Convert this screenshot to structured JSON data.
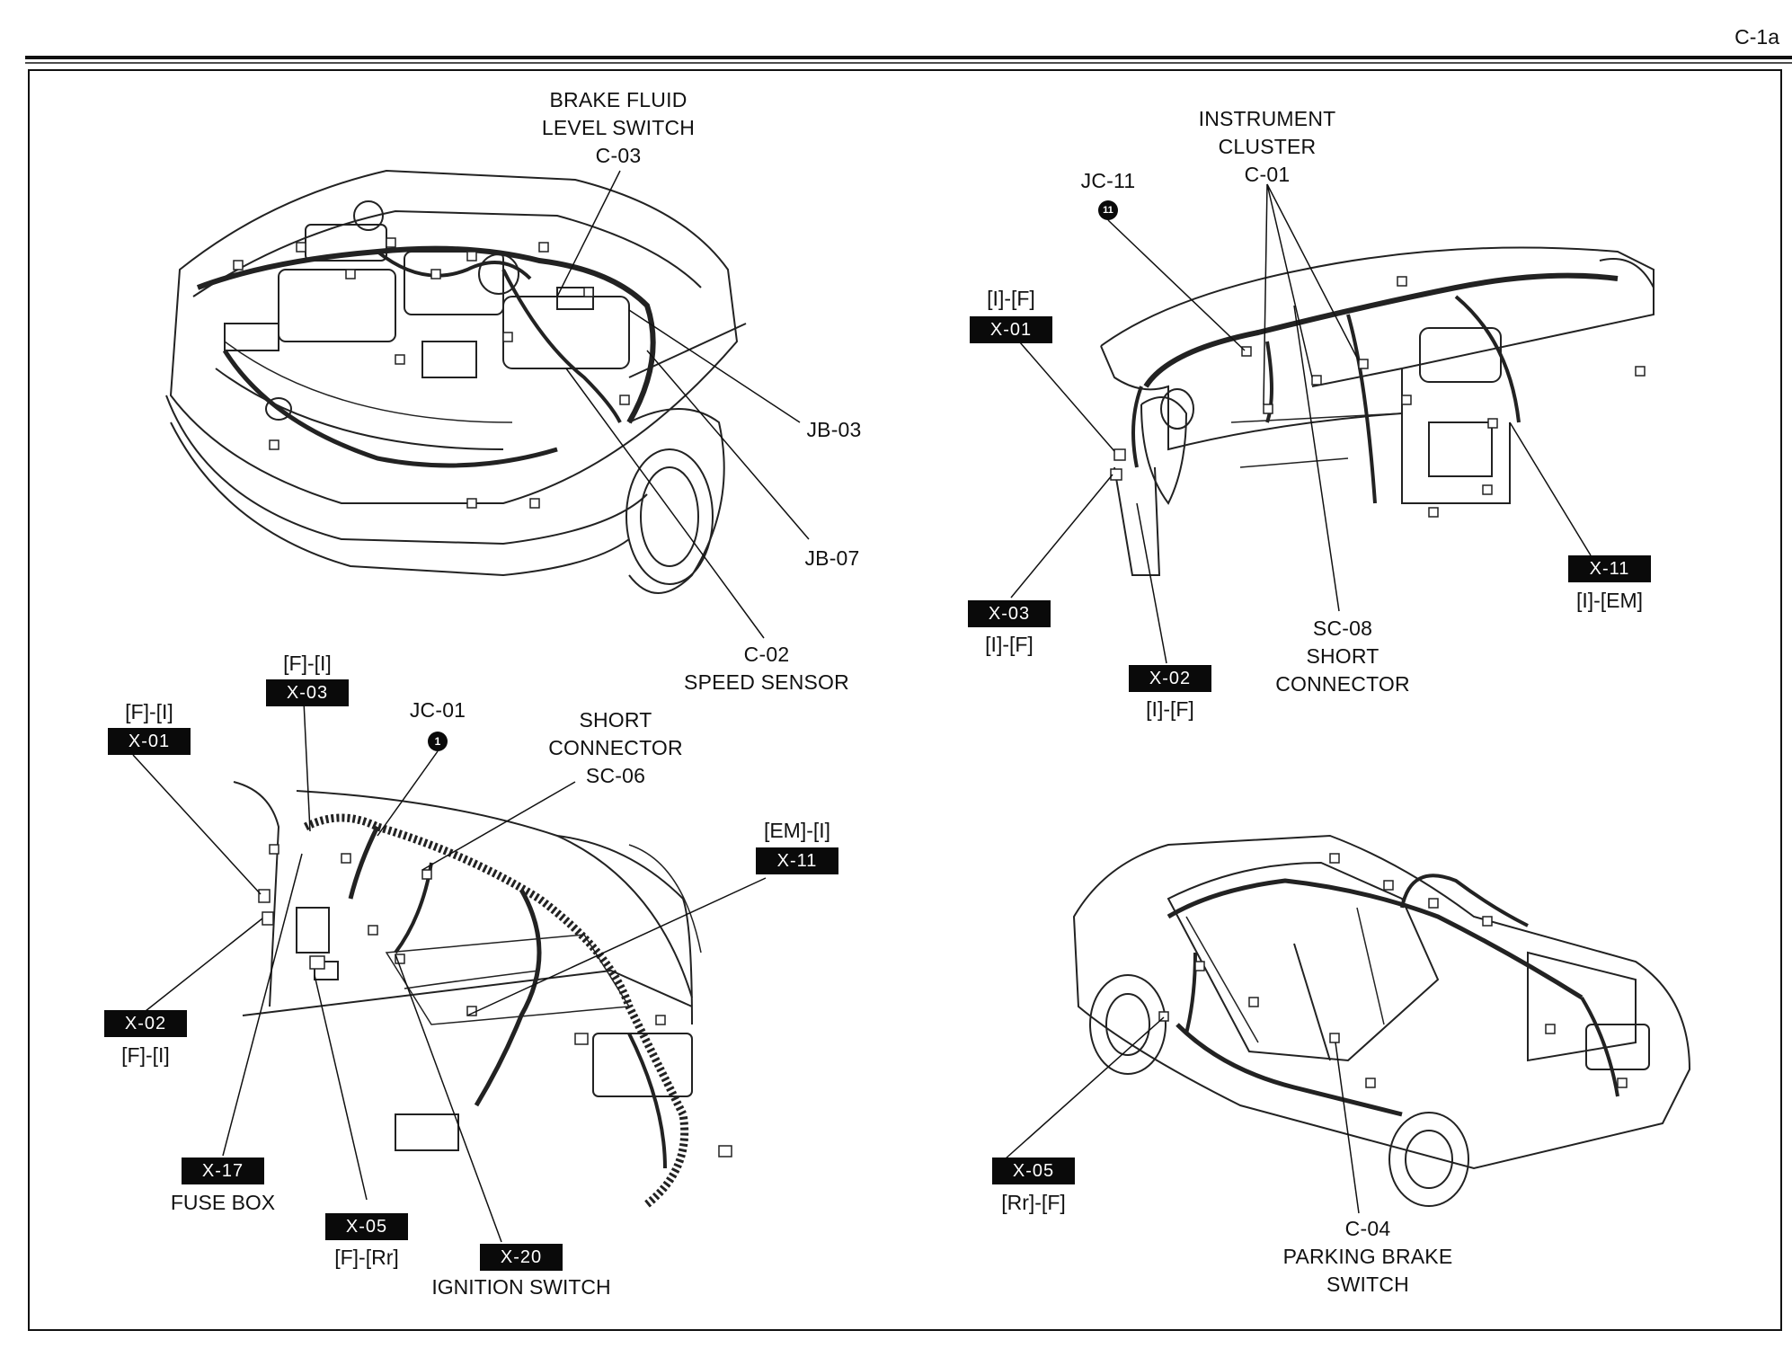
{
  "page_number": "C-1a",
  "engine_bay": {
    "brake_fluid": [
      "BRAKE FLUID",
      "LEVEL SWITCH",
      "C-03"
    ],
    "jb03": "JB-03",
    "jb07": "JB-07",
    "speed_sensor": [
      "C-02",
      "SPEED SENSOR"
    ]
  },
  "instrument_panel": {
    "cluster": [
      "INSTRUMENT",
      "CLUSTER",
      "C-01"
    ],
    "jc11": "JC-11",
    "jc11_marker": "11",
    "x01": {
      "code": "X-01",
      "sub": "[I]-[F]"
    },
    "x03": {
      "code": "X-03",
      "sub": "[I]-[F]"
    },
    "x02": {
      "code": "X-02",
      "sub": "[I]-[F]"
    },
    "x11": {
      "code": "X-11",
      "sub": "[I]-[EM]"
    },
    "sc08": [
      "SC-08",
      "SHORT",
      "CONNECTOR"
    ]
  },
  "dash_interior": {
    "x03": {
      "code": "X-03",
      "sub": "[F]-[I]"
    },
    "x01": {
      "code": "X-01",
      "sub": "[F]-[I]"
    },
    "jc01": "JC-01",
    "jc01_marker": "1",
    "sc06": [
      "SHORT",
      "CONNECTOR",
      "SC-06"
    ],
    "x11": {
      "code": "X-11",
      "sub": "[EM]-[I]"
    },
    "x02": {
      "code": "X-02",
      "sub": "[F]-[I]"
    },
    "x17": {
      "code": "X-17",
      "sub": "FUSE BOX"
    },
    "x05": {
      "code": "X-05",
      "sub": "[F]-[Rr]"
    },
    "x20": {
      "code": "X-20",
      "sub": "IGNITION SWITCH"
    }
  },
  "body": {
    "x05": {
      "code": "X-05",
      "sub": "[Rr]-[F]"
    },
    "parking": [
      "C-04",
      "PARKING BRAKE",
      "SWITCH"
    ]
  }
}
